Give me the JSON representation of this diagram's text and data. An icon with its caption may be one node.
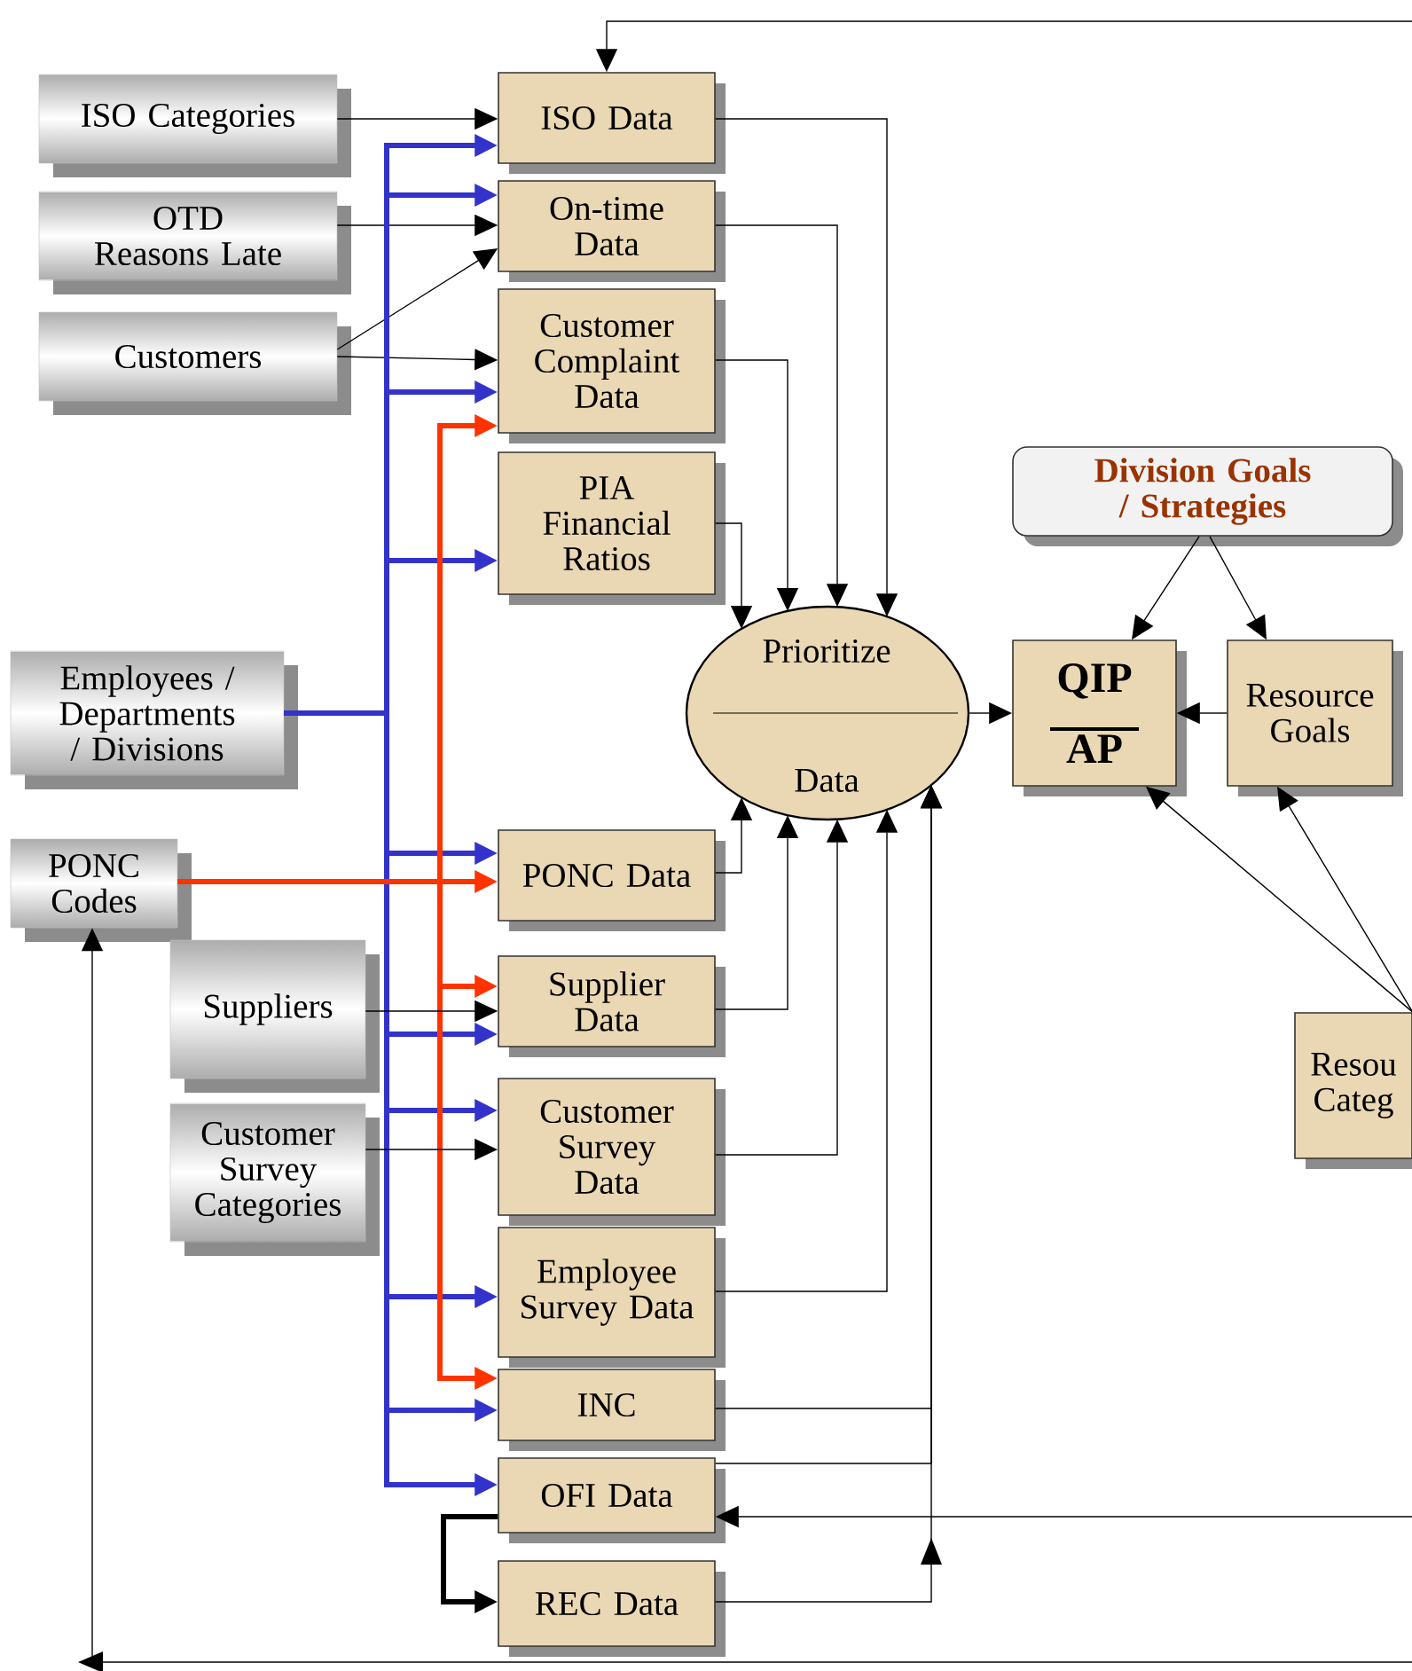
{
  "diagram": {
    "nodes": [
      {
        "text": [
          "ISO Categories"
        ]
      },
      {
        "text": [
          "OTD Reasons Late"
        ]
      },
      {
        "text": [
          "Customers"
        ]
      },
      {
        "text": [
          "Employees / Departments / Divisions"
        ]
      },
      {
        "text": [
          "PONC Codes"
        ]
      },
      {
        "text": [
          "Suppliers"
        ]
      },
      {
        "text": [
          "Customer Survey Categories"
        ]
      },
      {
        "text": [
          "ISO Data"
        ]
      },
      {
        "text": [
          "On-time Data"
        ]
      },
      {
        "text": [
          "Customer Complaint Data"
        ]
      },
      {
        "text": [
          "PIA Financial Ratios"
        ]
      },
      {
        "text": [
          "PONC Data"
        ]
      },
      {
        "text": [
          "Supplier Data"
        ]
      },
      {
        "text": [
          "Customer Survey Data"
        ]
      },
      {
        "text": [
          "Employee Survey Data"
        ]
      },
      {
        "text": [
          "INC"
        ]
      },
      {
        "text": [
          "OFI Data"
        ]
      },
      {
        "text": [
          "REC Data"
        ]
      },
      {
        "text": [
          "Prioritize",
          "Data"
        ]
      },
      {
        "text": [
          "Division Goals / Strategies"
        ]
      },
      {
        "text": [
          "QIP",
          "AP"
        ]
      },
      {
        "text": [
          "Resource Goals"
        ]
      },
      {
        "text": [
          "Resou Categ"
        ]
      }
    ],
    "edges": [
      {
        "from": 0,
        "to": 7,
        "arrow": "to"
      },
      {
        "from": 1,
        "to": 8,
        "arrow": "to"
      },
      {
        "from": 2,
        "to": 8,
        "arrow": "to"
      },
      {
        "from": 2,
        "to": 9,
        "arrow": "to"
      },
      {
        "from": 3,
        "to": 7,
        "arrow": "to",
        "style": "thick",
        "color": "#3333cc"
      },
      {
        "from": 3,
        "to": 8,
        "arrow": "to",
        "style": "thick",
        "color": "#3333cc"
      },
      {
        "from": 3,
        "to": 9,
        "arrow": "to",
        "style": "thick",
        "color": "#3333cc"
      },
      {
        "from": 3,
        "to": 10,
        "arrow": "to",
        "style": "thick",
        "color": "#3333cc"
      },
      {
        "from": 3,
        "to": 11,
        "arrow": "to",
        "style": "thick",
        "color": "#3333cc"
      },
      {
        "from": 3,
        "to": 12,
        "arrow": "to",
        "style": "thick",
        "color": "#3333cc"
      },
      {
        "from": 3,
        "to": 13,
        "arrow": "to",
        "style": "thick",
        "color": "#3333cc"
      },
      {
        "from": 3,
        "to": 14,
        "arrow": "to",
        "style": "thick",
        "color": "#3333cc"
      },
      {
        "from": 3,
        "to": 15,
        "arrow": "to",
        "style": "thick",
        "color": "#3333cc"
      },
      {
        "from": 3,
        "to": 16,
        "arrow": "to",
        "style": "thick",
        "color": "#3333cc"
      },
      {
        "from": 4,
        "to": 11,
        "arrow": "to",
        "style": "thick",
        "color": "#ff3300"
      },
      {
        "from": 4,
        "to": 9,
        "arrow": "to",
        "style": "thick",
        "color": "#ff3300"
      },
      {
        "from": 4,
        "to": 12,
        "arrow": "to",
        "style": "thick",
        "color": "#ff3300"
      },
      {
        "from": 4,
        "to": 15,
        "arrow": "to",
        "style": "thick",
        "color": "#ff3300"
      },
      {
        "from": 5,
        "to": 12,
        "arrow": "to"
      },
      {
        "from": 6,
        "to": 13,
        "arrow": "to"
      },
      {
        "from": 16,
        "to": 17,
        "arrow": "to",
        "style": "thick"
      },
      {
        "from": 7,
        "to": 18,
        "arrow": "to"
      },
      {
        "from": 8,
        "to": 18,
        "arrow": "to"
      },
      {
        "from": 9,
        "to": 18,
        "arrow": "to"
      },
      {
        "from": 10,
        "to": 18,
        "arrow": "to"
      },
      {
        "from": 11,
        "to": 18,
        "arrow": "to"
      },
      {
        "from": 12,
        "to": 18,
        "arrow": "to"
      },
      {
        "from": 13,
        "to": 18,
        "arrow": "to"
      },
      {
        "from": 14,
        "to": 18,
        "arrow": "to"
      },
      {
        "from": 15,
        "to": 18,
        "arrow": "to"
      },
      {
        "from": 16,
        "to": 18,
        "arrow": "to"
      },
      {
        "from": 17,
        "to": 18,
        "arrow": "to"
      },
      {
        "from": 18,
        "to": 20,
        "arrow": "to"
      },
      {
        "from": 19,
        "to": 20,
        "arrow": "to"
      },
      {
        "from": 19,
        "to": 21,
        "arrow": "to"
      },
      {
        "from": 21,
        "to": 20,
        "arrow": "to"
      },
      {
        "from": 22,
        "to": 20,
        "arrow": "to"
      },
      {
        "from": 22,
        "to": 21,
        "arrow": "to"
      },
      {
        "from": null,
        "to": 7,
        "arrow": "to"
      },
      {
        "from": null,
        "to": 16,
        "arrow": "to"
      },
      {
        "from": null,
        "to": 4,
        "arrow": "to"
      }
    ]
  }
}
